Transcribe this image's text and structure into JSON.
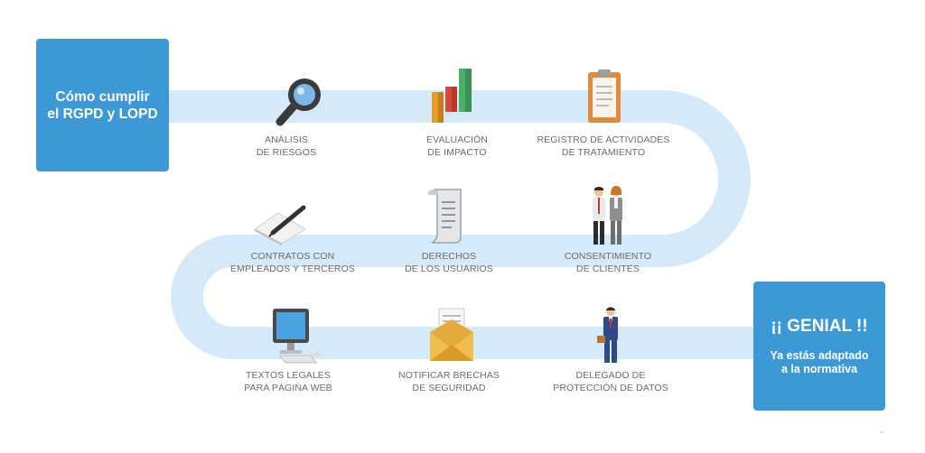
{
  "start": {
    "title": "Cómo cumplir\nel RGPD y LOPD"
  },
  "end": {
    "headline": "¡¡ GENIAL !!",
    "subtitle": "Ya estás adaptado\na la normativa"
  },
  "steps": [
    {
      "label": "ANÁLISIS\nDE RIESGOS",
      "icon": "magnifier-icon"
    },
    {
      "label": "EVALUACIÓN\nDE IMPACTO",
      "icon": "bar-chart-icon"
    },
    {
      "label": "REGISTRO DE ACTIVIDADES\nDE TRATAMIENTO",
      "icon": "clipboard-icon"
    },
    {
      "label": "CONSENTIMIENTO\nDE CLIENTES",
      "icon": "people-icon"
    },
    {
      "label": "DERECHOS\nDE LOS USUARIOS",
      "icon": "scroll-document-icon"
    },
    {
      "label": "CONTRATOS CON\nEMPLEADOS Y TERCEROS",
      "icon": "pen-paper-icon"
    },
    {
      "label": "TEXTOS LEGALES\nPARA PÁGINA WEB",
      "icon": "computer-monitor-icon"
    },
    {
      "label": "NOTIFICAR BRECHAS\nDE SEGURIDAD",
      "icon": "envelope-icon"
    },
    {
      "label": "DELEGADO DE\nPROTECCIÓN DE DATOS",
      "icon": "businessman-icon"
    }
  ],
  "colors": {
    "box": "#3d99d6",
    "path": "#d4e9fa",
    "label": "#6b6b6b"
  }
}
